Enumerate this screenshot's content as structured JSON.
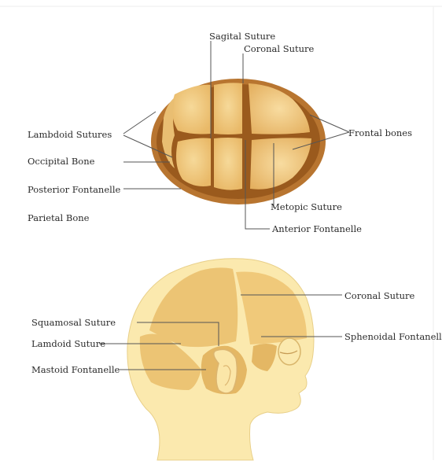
{
  "top_diagram": {
    "labels": {
      "sagital_suture": "Sagital Suture",
      "coronal_suture": "Coronal Suture",
      "lambdoid_sutures": "Lambdoid Sutures",
      "frontal_bones": "Frontal bones",
      "occipital_bone": "Occipital Bone",
      "posterior_fontanelle": "Posterior Fontanelle",
      "parietal_bone": "Parietal Bone",
      "metopic_suture": "Metopic Suture",
      "anterior_fontanelle": "Anterior Fontanelle"
    }
  },
  "bottom_diagram": {
    "labels": {
      "coronal_suture": "Coronal Suture",
      "squamosal_suture": "Squamosal Suture",
      "sphenoidal_fontanelle": "Sphenoidal Fontanelle",
      "lamdoid_suture": "Lamdoid Suture",
      "mastoid_fontanelle": "Mastoid Fontanelle"
    }
  },
  "colors": {
    "skull_outline": "#b8742a",
    "bone_fill": "#f3d08d",
    "suture_dark": "#9c5d1c",
    "head_fill": "#fbe9b0",
    "line": "#555555"
  }
}
